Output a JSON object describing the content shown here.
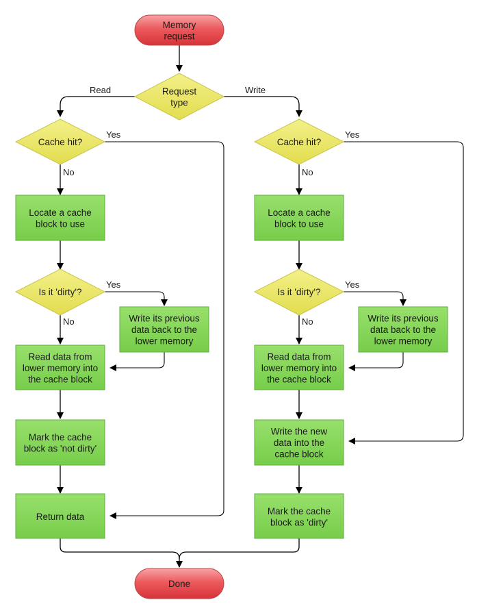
{
  "terminals": {
    "start": [
      "Memory",
      "request"
    ],
    "end": [
      "Done"
    ]
  },
  "decisions": {
    "request_type": [
      "Request",
      "type"
    ],
    "read_cache_hit": [
      "Cache hit?"
    ],
    "write_cache_hit": [
      "Cache hit?"
    ],
    "read_dirty": [
      "Is it 'dirty'?"
    ],
    "write_dirty": [
      "Is it 'dirty'?"
    ]
  },
  "processes": {
    "read_locate": [
      "Locate a cache",
      "block to use"
    ],
    "read_writeback": [
      "Write its previous",
      "data back to the",
      "lower memory"
    ],
    "read_fetch": [
      "Read data from",
      "lower memory into",
      "the cache block"
    ],
    "read_mark_clean": [
      "Mark the cache",
      "block as 'not dirty'"
    ],
    "read_return": [
      "Return data"
    ],
    "write_locate": [
      "Locate a cache",
      "block to use"
    ],
    "write_writeback": [
      "Write its previous",
      "data back to the",
      "lower memory"
    ],
    "write_fetch": [
      "Read data from",
      "lower memory into",
      "the cache block"
    ],
    "write_new": [
      "Write the new",
      "data into the",
      "cache block"
    ],
    "write_mark_dirty": [
      "Mark the cache",
      "block as 'dirty'"
    ]
  },
  "edge_labels": {
    "read": "Read",
    "write": "Write",
    "read_hit_yes": "Yes",
    "read_hit_no": "No",
    "read_dirty_yes": "Yes",
    "read_dirty_no": "No",
    "write_hit_yes": "Yes",
    "write_hit_no": "No",
    "write_dirty_yes": "Yes",
    "write_dirty_no": "No"
  },
  "colors": {
    "terminal_fill": "#e8454a",
    "decision_fill": "#ece865",
    "process_fill": "#85d65a",
    "edge": "#000000"
  }
}
